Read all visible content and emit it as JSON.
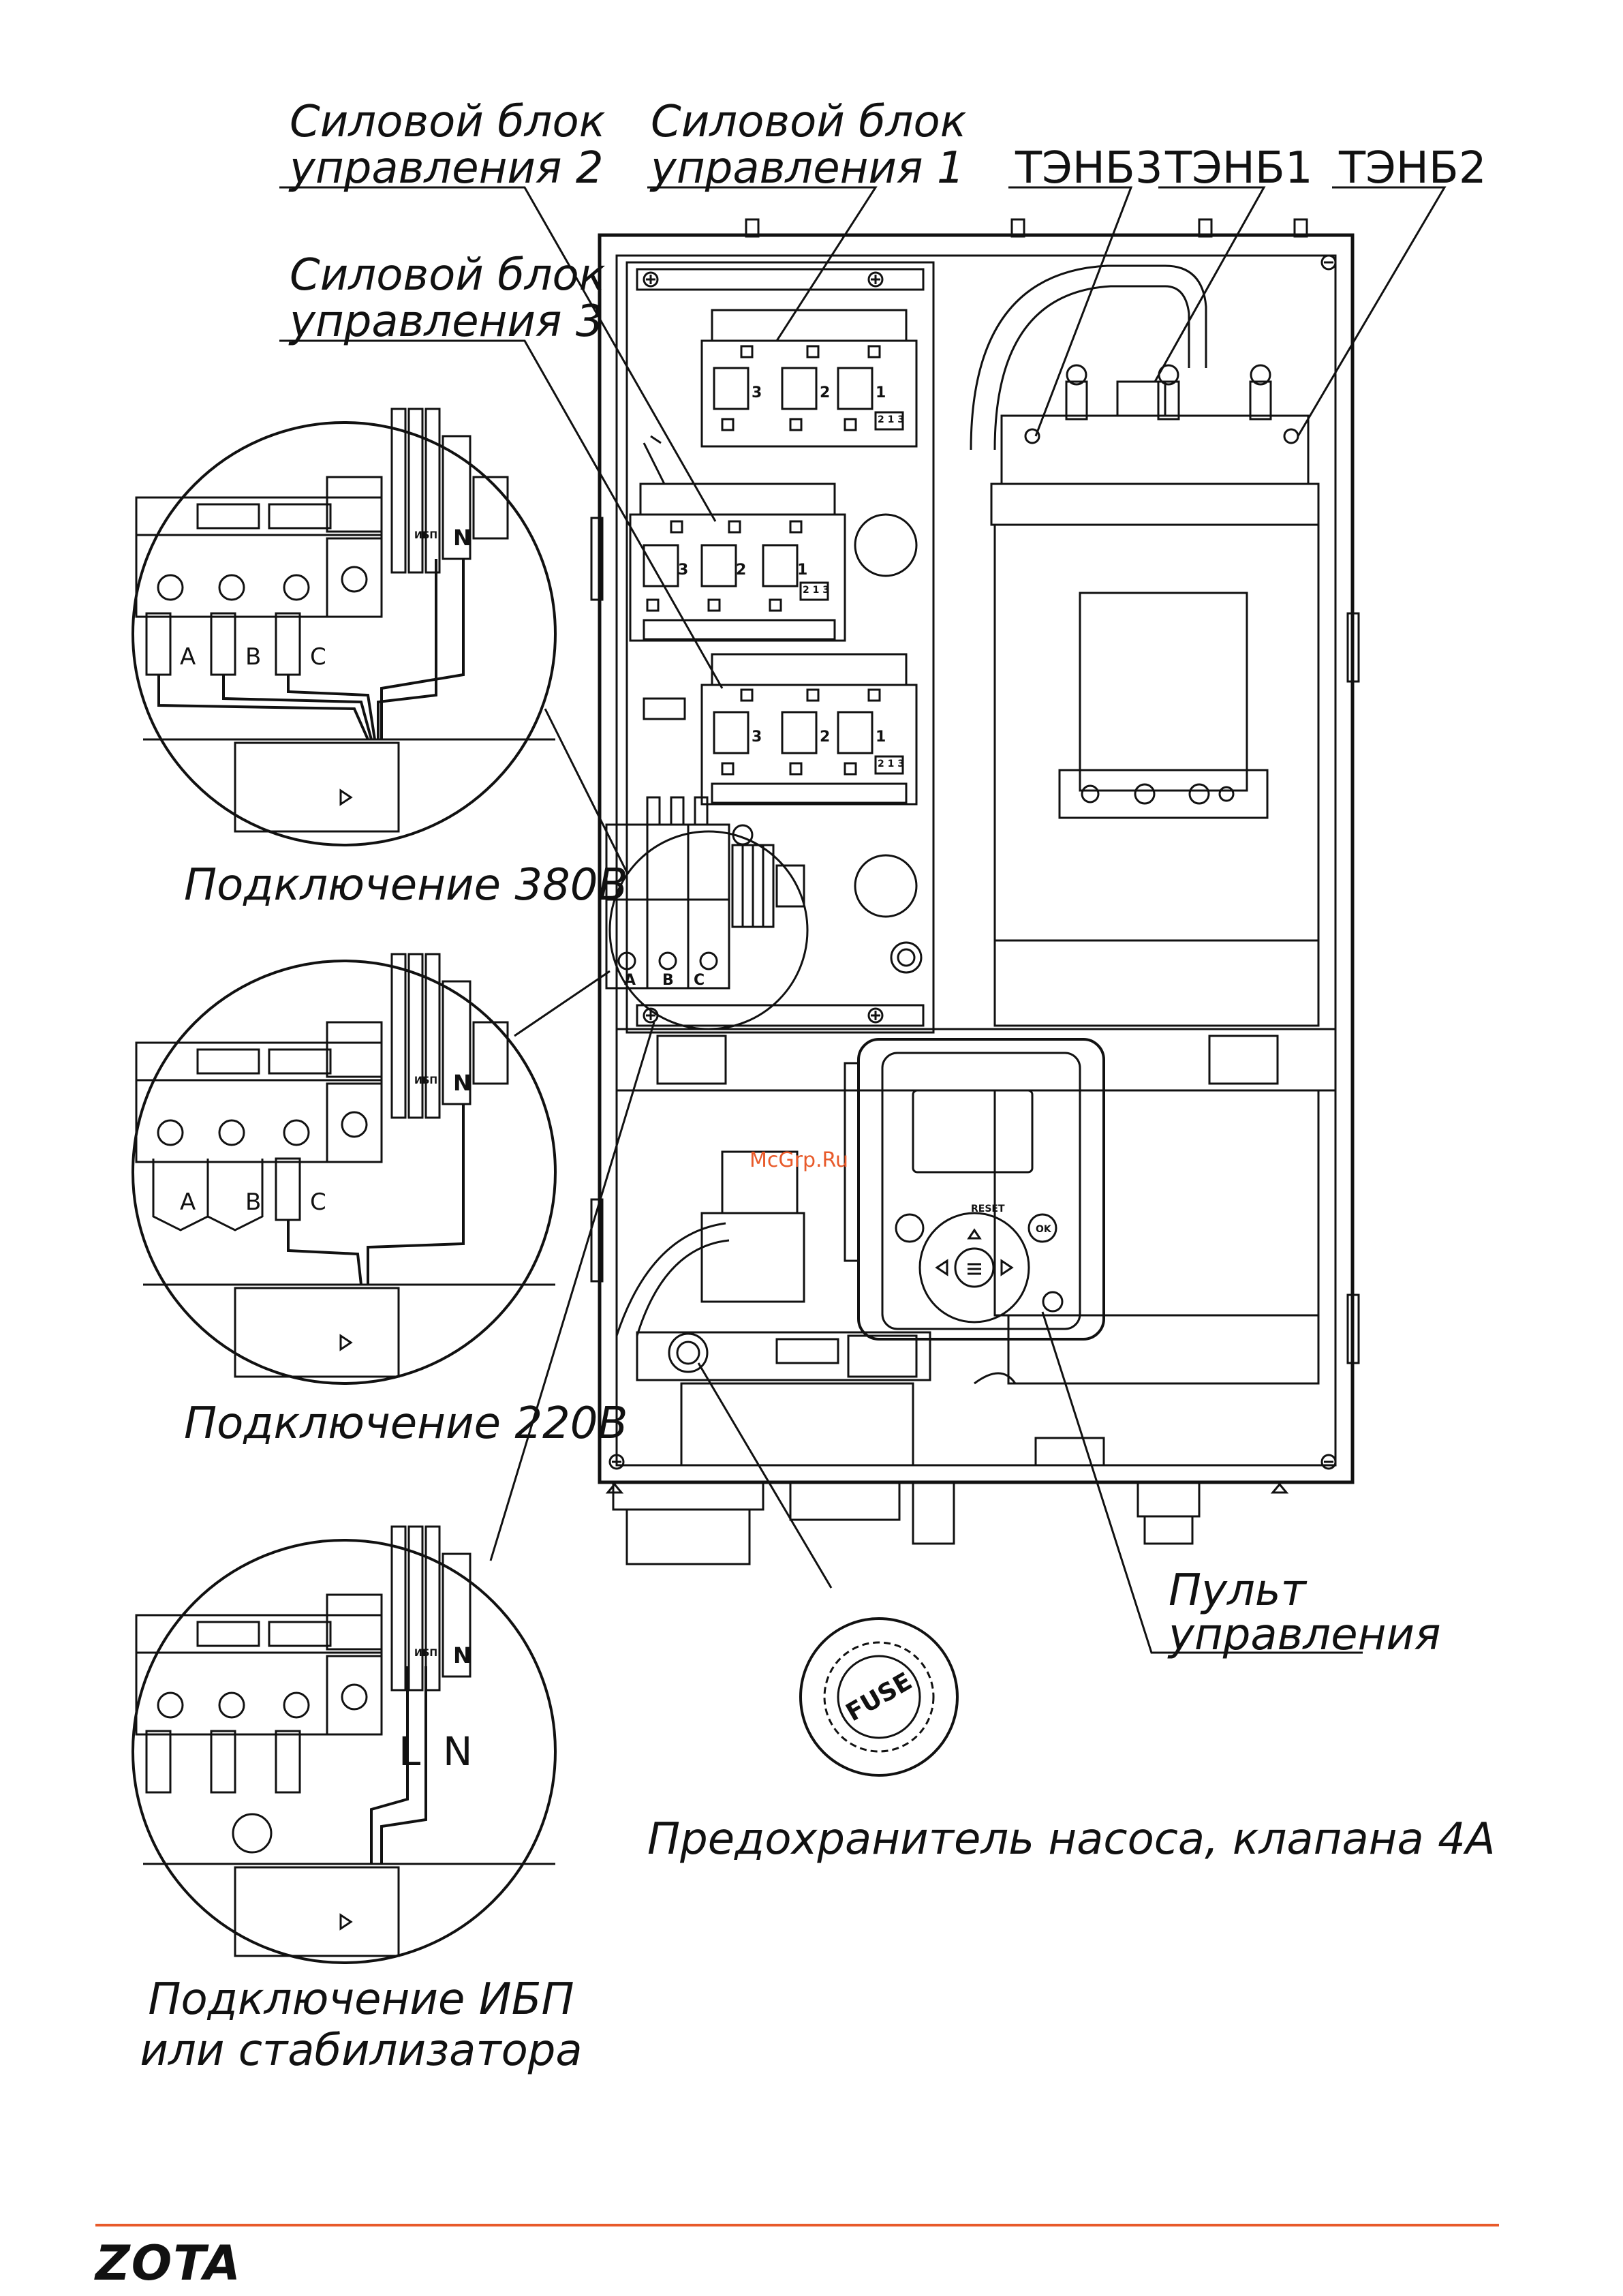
{
  "labels": {
    "power_unit_2_line1": "Силовой блок",
    "power_unit_2_line2": "управления 2",
    "power_unit_1_line1": "Силовой блок",
    "power_unit_1_line2": "управления 1",
    "power_unit_3_line1": "Силовой блок",
    "power_unit_3_line2": "управления 3",
    "heater_3": "ТЭНБ3",
    "heater_1": "ТЭНБ1",
    "heater_2": "ТЭНБ2",
    "connection_380": "Подключение 380В",
    "connection_220": "Подключение 220В",
    "connection_ups_line1": "Подключение ИБП",
    "connection_ups_line2": "или стабилизатора",
    "control_panel_line1": "Пульт",
    "control_panel_line2": "управления",
    "fuse_caption": "Предохранитель насоса, клапана 4А",
    "fuse_cap_text": "FUSE"
  },
  "terminals": {
    "phase_a": "A",
    "phase_b": "B",
    "phase_c": "C",
    "ups": "ИБП",
    "neutral": "N",
    "line": "L",
    "slot_3": "3",
    "slot_2": "2",
    "slot_1": "1",
    "pins": "2 1 3"
  },
  "panel": {
    "reset": "RESET",
    "ok": "OK"
  },
  "watermark": "McGrp.Ru",
  "brand": "ZOTA",
  "colors": {
    "line": "#111111",
    "watermark": "#e85a2a",
    "rule": "#e85a2a"
  }
}
